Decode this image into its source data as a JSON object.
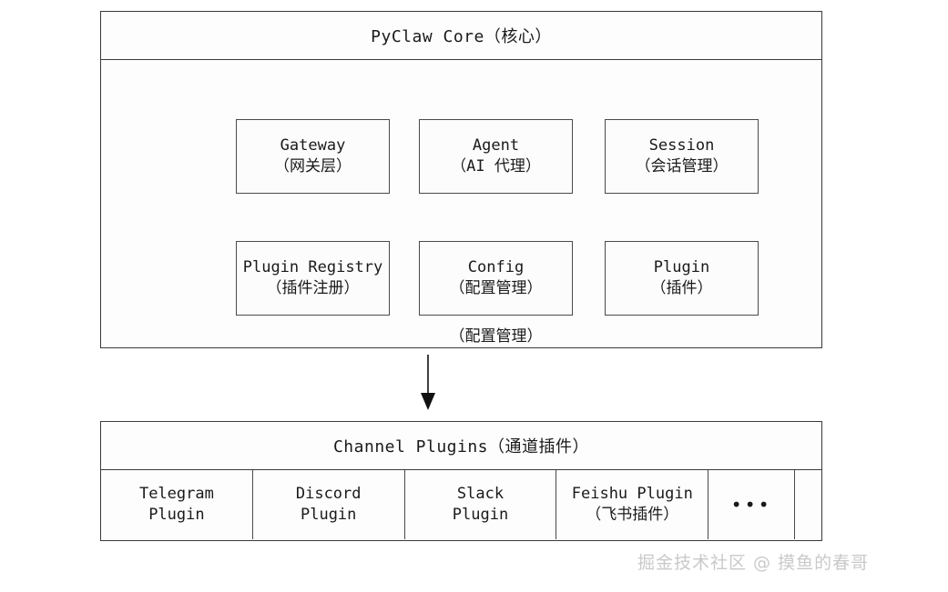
{
  "diagram": {
    "title": "PyClaw Core（核心）",
    "core": {
      "header_label": "PyClaw Core（核心）",
      "components": [
        {
          "name_en": "Gateway",
          "name_cn": "（网关层）"
        },
        {
          "name_en": "Agent",
          "name_cn": "（AI 代理）"
        },
        {
          "name_en": "Session",
          "name_cn": "（会话管理）"
        },
        {
          "name_en": "Plugin Registry",
          "name_cn": "（插件注册）"
        },
        {
          "name_en": "Config",
          "name_cn": "（配置管理）"
        },
        {
          "name_en": "Plugin",
          "name_cn": "（插件）"
        }
      ],
      "stray_caption": "（配置管理）"
    },
    "connector": {
      "icon": "down-arrow-icon",
      "direction": "down"
    },
    "channel": {
      "header_label": "Channel Plugins（通道插件）",
      "cells": [
        {
          "line1": "Telegram",
          "line2": "Plugin",
          "kind": "plugin"
        },
        {
          "line1": "Discord",
          "line2": "Plugin",
          "kind": "plugin"
        },
        {
          "line1": "Slack",
          "line2": "Plugin",
          "kind": "plugin"
        },
        {
          "line1": "Feishu Plugin",
          "line2": "（飞书插件）",
          "kind": "plugin"
        },
        {
          "line1": "…",
          "line2": "",
          "kind": "ellipsis"
        },
        {
          "line1": "",
          "line2": "",
          "kind": "empty"
        }
      ],
      "ellipsis_label": "•••"
    },
    "watermark": "掘金技术社区 @ 摸鱼的春哥",
    "colors": {
      "background": "#ffffff",
      "outer_border": "#3a3a3a",
      "inner_border": "#4a4a4a",
      "text": "#1a1a1a",
      "watermark": "#c9c9c9"
    }
  }
}
